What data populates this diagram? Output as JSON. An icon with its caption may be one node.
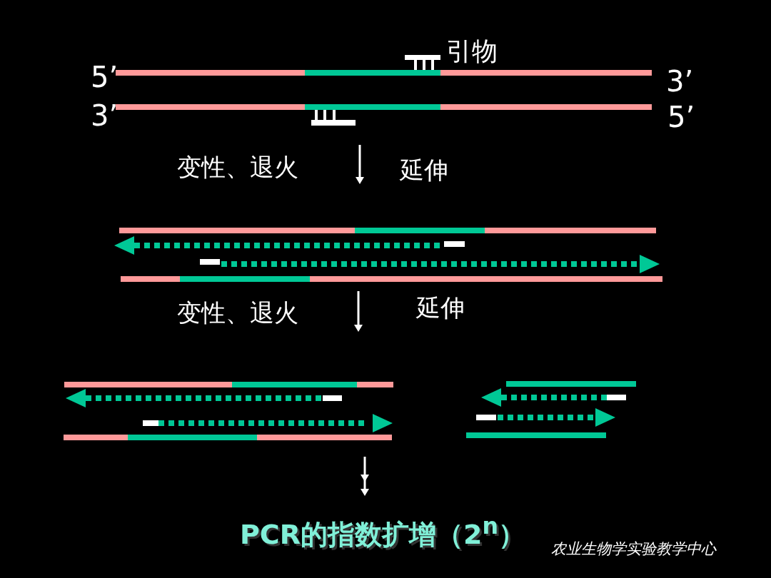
{
  "diagram": {
    "caption": "PCR的指数扩增（2$^{n}$）",
    "labels": [
      "引物",
      "5’",
      "3’",
      "3’",
      "5’",
      "变性、退火",
      "延伸",
      "变性、退火",
      "延伸",
      "农业生物学实验教学中心"
    ]
  }
}
